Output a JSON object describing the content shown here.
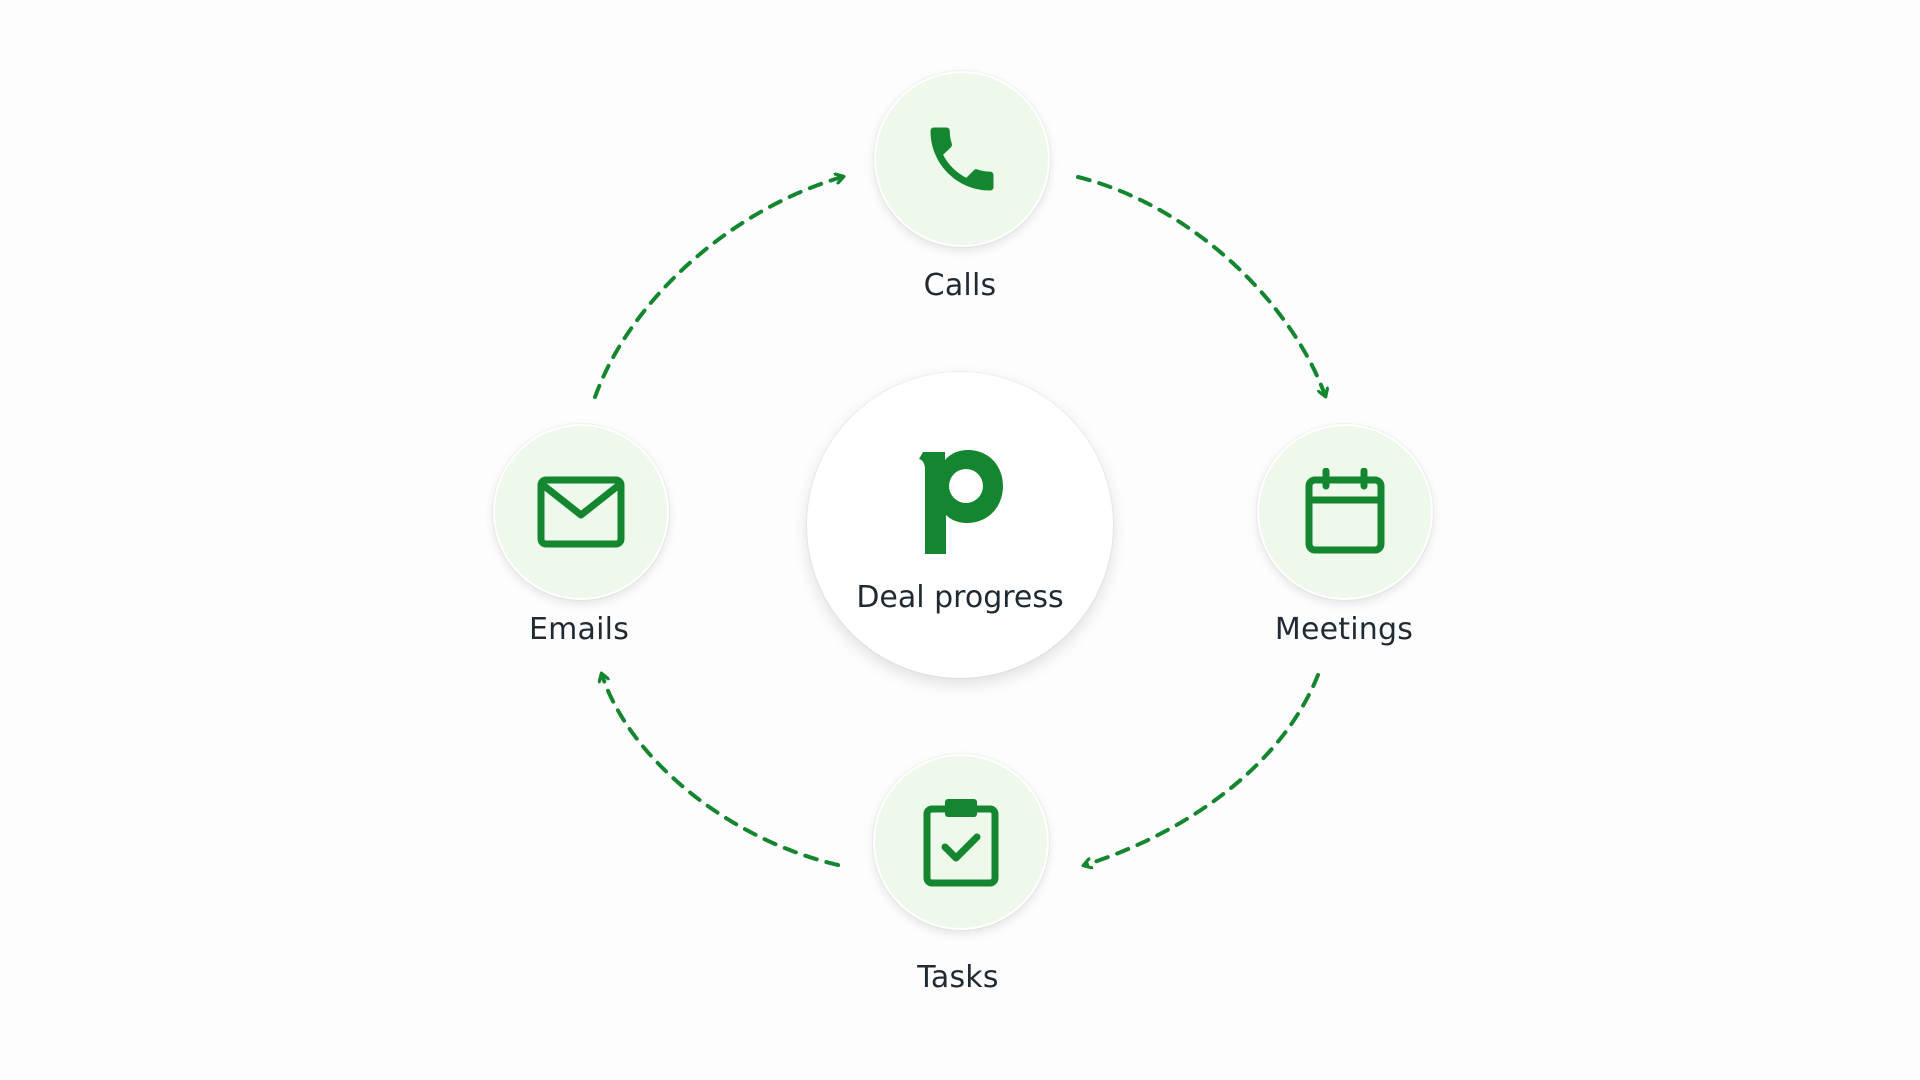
{
  "diagram": {
    "center_label": "Deal progress",
    "logo_letter": "p",
    "nodes": {
      "calls": {
        "label": "Calls",
        "icon": "phone-icon"
      },
      "meetings": {
        "label": "Meetings",
        "icon": "calendar-icon"
      },
      "tasks": {
        "label": "Tasks",
        "icon": "clipboard-check-icon"
      },
      "emails": {
        "label": "Emails",
        "icon": "envelope-icon"
      }
    },
    "flow": [
      "Calls",
      "Meetings",
      "Tasks",
      "Emails",
      "Calls"
    ]
  },
  "colors": {
    "accent": "#13862f",
    "node_fill": "#eef9ec",
    "text": "#1f2a33"
  }
}
